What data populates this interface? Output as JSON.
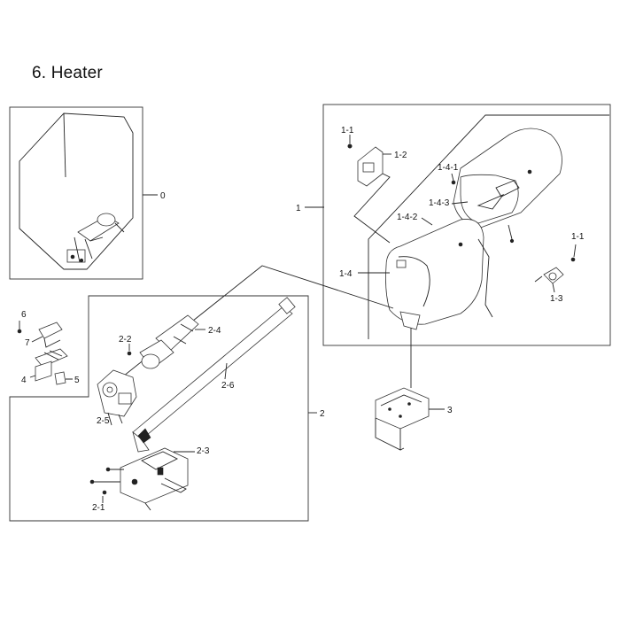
{
  "title": "6. Heater",
  "callouts": {
    "c0": "0",
    "c1": "1",
    "c1_1a": "1-1",
    "c1_2": "1-2",
    "c1_4_1": "1-4-1",
    "c1_4_3": "1-4-3",
    "c1_4_2": "1-4-2",
    "c1_1b": "1-1",
    "c1_4": "1-4",
    "c1_3": "1-3",
    "c3": "3",
    "c6": "6",
    "c7": "7",
    "c4": "4",
    "c5": "5",
    "c2_2": "2-2",
    "c2_4": "2-4",
    "c2_6": "2-6",
    "c2_5": "2-5",
    "c2": "2",
    "c2_3": "2-3",
    "c2_1": "2-1"
  }
}
